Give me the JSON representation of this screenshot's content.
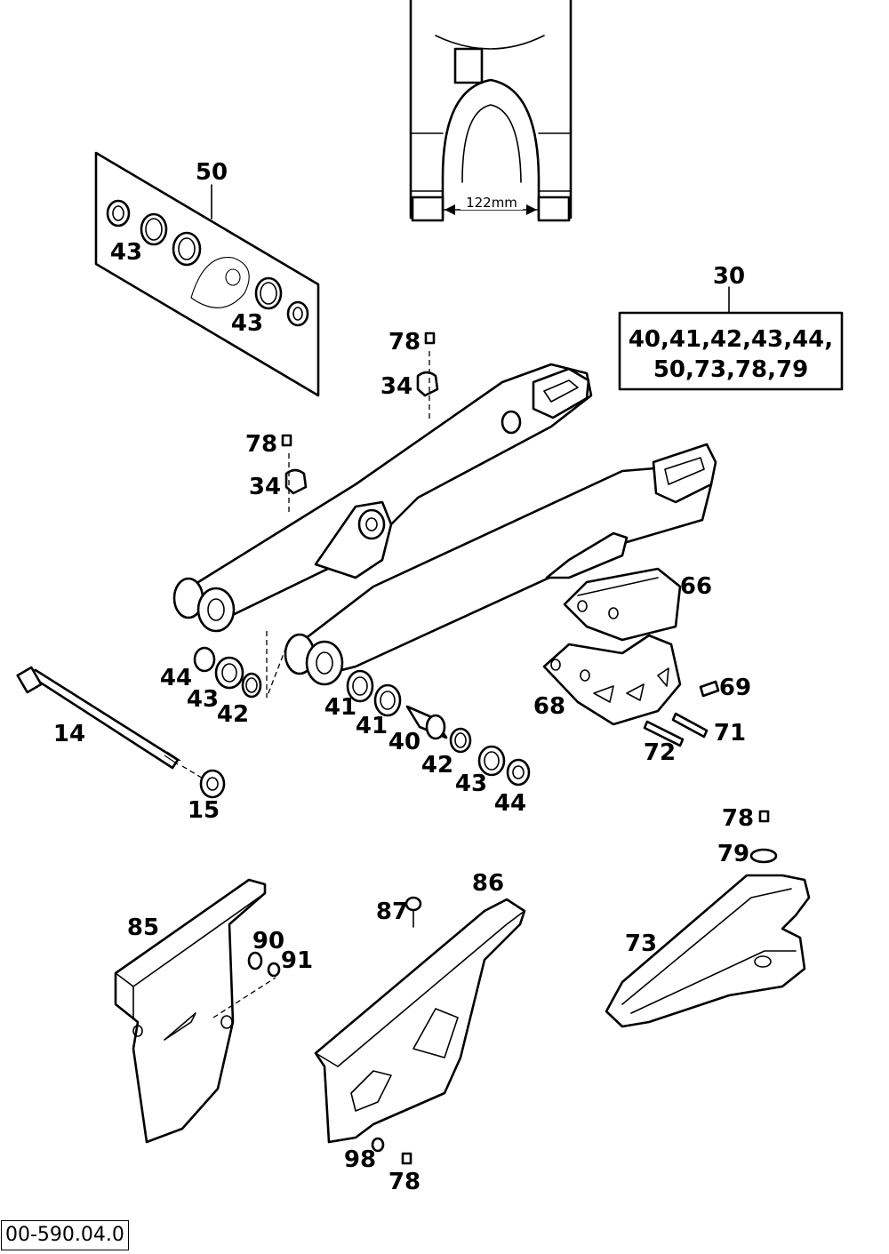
{
  "dimension": "122mm",
  "kit_callout": {
    "number": "30",
    "contents_line1": "40,41,42,43,44,",
    "contents_line2": "50,73,78,79"
  },
  "drawing_number": "00-590.04.0",
  "labels": {
    "l50": "50",
    "l43a": "43",
    "l43b": "43",
    "l78a": "78",
    "l34a": "34",
    "l78b": "78",
    "l34b": "34",
    "l66": "66",
    "l69": "69",
    "l68": "68",
    "l71": "71",
    "l72": "72",
    "l44a": "44",
    "l43c": "43",
    "l42a": "42",
    "l41a": "41",
    "l41b": "41",
    "l40": "40",
    "l42b": "42",
    "l43d": "43",
    "l44b": "44",
    "l14": "14",
    "l15": "15",
    "l78c": "78",
    "l79": "79",
    "l73": "73",
    "l85": "85",
    "l90": "90",
    "l91": "91",
    "l86": "86",
    "l87": "87",
    "l98": "98",
    "l78d": "78"
  }
}
